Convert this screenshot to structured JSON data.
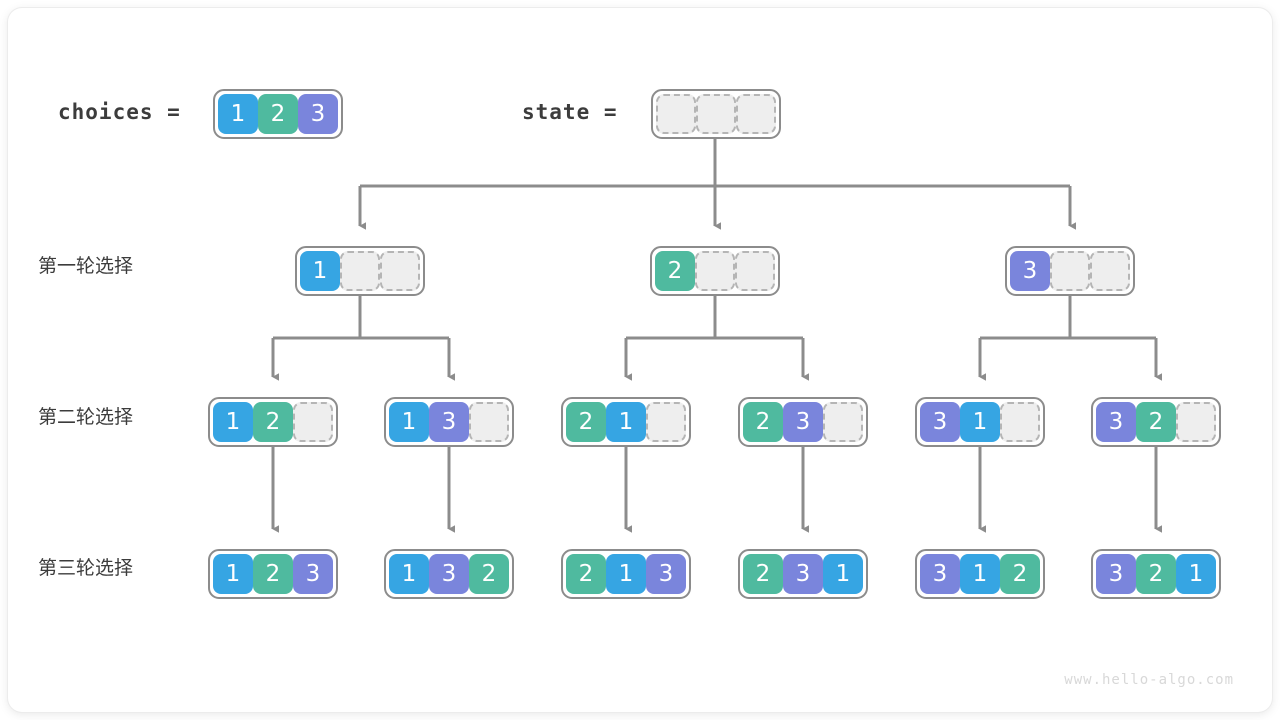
{
  "meta": {
    "watermark": "www.hello-algo.com",
    "colors": {
      "value1": "#36a5e3",
      "value2": "#4fba9f",
      "value3": "#7a85dc",
      "empty": "#eeeeee",
      "border": "#8c8c8c",
      "edge": "#8c8c8c",
      "text": "#3c3c3c"
    }
  },
  "header": {
    "choices_label": "choices =",
    "state_label": "state ="
  },
  "row_labels": [
    "第一轮选择",
    "第二轮选择",
    "第三轮选择"
  ],
  "choices": {
    "values": [
      "1",
      "2",
      "3"
    ]
  },
  "state_root": {
    "values": [
      "",
      "",
      ""
    ]
  },
  "level1": [
    {
      "values": [
        "1",
        "",
        ""
      ]
    },
    {
      "values": [
        "2",
        "",
        ""
      ]
    },
    {
      "values": [
        "3",
        "",
        ""
      ]
    }
  ],
  "level2": [
    {
      "values": [
        "1",
        "2",
        ""
      ]
    },
    {
      "values": [
        "1",
        "3",
        ""
      ]
    },
    {
      "values": [
        "2",
        "1",
        ""
      ]
    },
    {
      "values": [
        "2",
        "3",
        ""
      ]
    },
    {
      "values": [
        "3",
        "1",
        ""
      ]
    },
    {
      "values": [
        "3",
        "2",
        ""
      ]
    }
  ],
  "level3": [
    {
      "values": [
        "1",
        "2",
        "3"
      ]
    },
    {
      "values": [
        "1",
        "3",
        "2"
      ]
    },
    {
      "values": [
        "2",
        "1",
        "3"
      ]
    },
    {
      "values": [
        "2",
        "3",
        "1"
      ]
    },
    {
      "values": [
        "3",
        "1",
        "2"
      ]
    },
    {
      "values": [
        "3",
        "2",
        "1"
      ]
    }
  ]
}
